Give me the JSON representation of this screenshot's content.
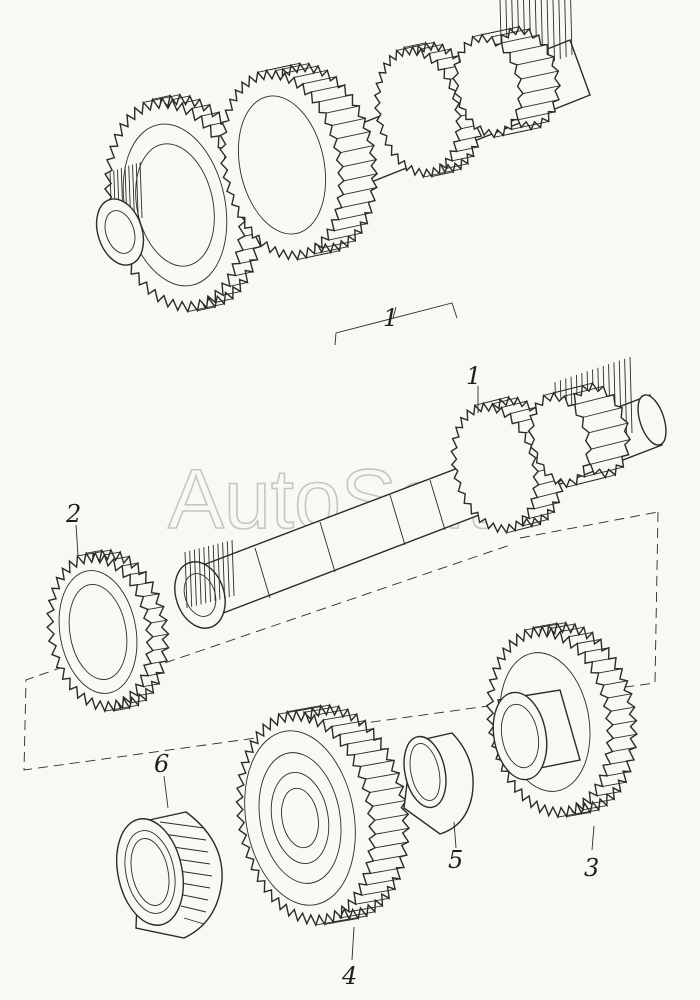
{
  "watermark": "AutoSoft",
  "assembly_label": "1",
  "callouts": [
    {
      "id": "shaft",
      "label": "1"
    },
    {
      "id": "gear-small-left",
      "label": "2"
    },
    {
      "id": "gear-right",
      "label": "3"
    },
    {
      "id": "gear-large",
      "label": "4"
    },
    {
      "id": "spacer-ring",
      "label": "5"
    },
    {
      "id": "roller-bearing",
      "label": "6"
    }
  ],
  "colors": {
    "ink": "#2b2b2b",
    "paper": "#faf8f2",
    "watermark": "#b5b5b5"
  }
}
